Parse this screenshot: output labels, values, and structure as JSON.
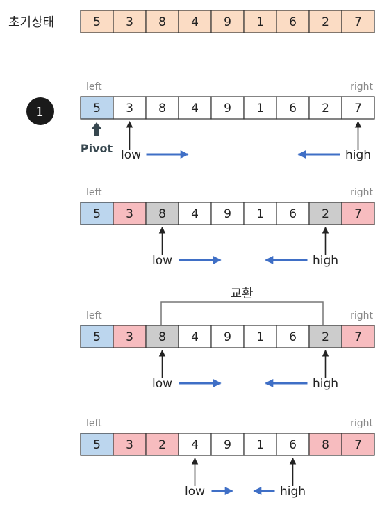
{
  "initial_label": "초기상태",
  "initial_values": [
    "5",
    "3",
    "8",
    "4",
    "9",
    "1",
    "6",
    "2",
    "7"
  ],
  "step_badge": "1",
  "pivot_label": "Pivot",
  "swap_label": "교환",
  "rows": [
    {
      "left_label": "left",
      "right_label": "right",
      "values": [
        "5",
        "3",
        "8",
        "4",
        "9",
        "1",
        "6",
        "2",
        "7"
      ],
      "cell_states": [
        "pivot",
        "plain",
        "plain",
        "plain",
        "plain",
        "plain",
        "plain",
        "plain",
        "plain"
      ],
      "low_label": "low",
      "high_label": "high",
      "low_index": 1,
      "high_index": 8
    },
    {
      "left_label": "left",
      "right_label": "right",
      "values": [
        "5",
        "3",
        "8",
        "4",
        "9",
        "1",
        "6",
        "2",
        "7"
      ],
      "cell_states": [
        "pivot",
        "done",
        "swap",
        "plain",
        "plain",
        "plain",
        "plain",
        "swap",
        "done"
      ],
      "low_label": "low",
      "high_label": "high",
      "low_index": 2,
      "high_index": 7
    },
    {
      "left_label": "left",
      "right_label": "right",
      "values": [
        "5",
        "3",
        "8",
        "4",
        "9",
        "1",
        "6",
        "2",
        "7"
      ],
      "cell_states": [
        "pivot",
        "done",
        "swap",
        "plain",
        "plain",
        "plain",
        "plain",
        "swap",
        "done"
      ],
      "low_label": "low",
      "high_label": "high",
      "low_index": 2,
      "high_index": 7
    },
    {
      "left_label": "left",
      "right_label": "right",
      "values": [
        "5",
        "3",
        "2",
        "4",
        "9",
        "1",
        "6",
        "8",
        "7"
      ],
      "cell_states": [
        "pivot",
        "done",
        "done",
        "plain",
        "plain",
        "plain",
        "plain",
        "done",
        "done"
      ],
      "low_label": "low",
      "high_label": "high",
      "low_index": 3,
      "high_index": 6
    }
  ],
  "colors": {
    "initial_fill": "#fbdcc4",
    "pivot_fill": "#bcd6ee",
    "done_fill": "#f7bcbf",
    "swap_fill": "#cccccc",
    "plain_fill": "#ffffff",
    "badge_fill": "#1a1a1a",
    "pivot_arrow": "#37474f",
    "direction_arrow": "#3f6fc6",
    "muted_text": "#888888",
    "border": "#333333",
    "bracket": "#777777"
  }
}
